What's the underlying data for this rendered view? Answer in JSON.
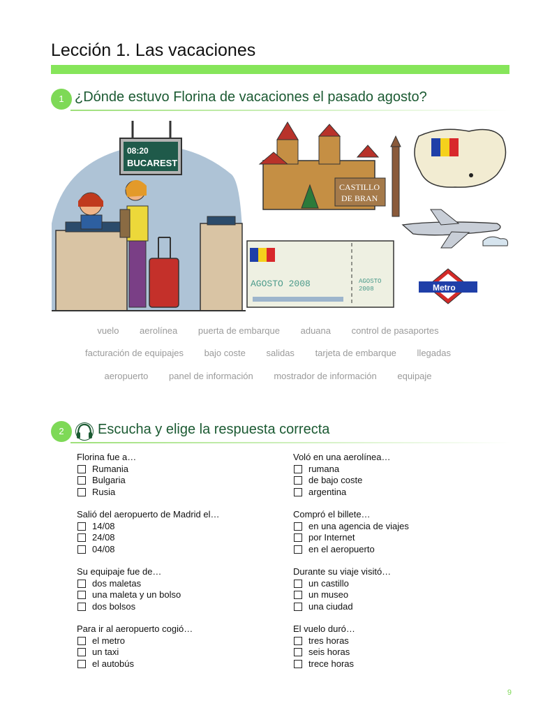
{
  "lesson": {
    "title": "Lección 1. Las vacaciones"
  },
  "section1": {
    "number": "1",
    "title": "¿Dónde estuvo Florina de vacaciones el pasado agosto?"
  },
  "illustration": {
    "board_time": "08:20",
    "board_city": "BUCAREST",
    "castle_sign_line1": "CASTILLO",
    "castle_sign_line2": "DE BRAN",
    "ticket_date": "AGOSTO 2008",
    "stub_line1": "AGOSTO",
    "stub_line2": "2008",
    "metro_label": "Metro",
    "colors": {
      "romania_blue": "#1f3fa8",
      "romania_yellow": "#f5d11c",
      "romania_red": "#d8282b"
    }
  },
  "vocabulary": {
    "row1": [
      "vuelo",
      "aerolínea",
      "puerta de embarque",
      "aduana",
      "control de pasaportes"
    ],
    "row2": [
      "facturación de equipajes",
      "bajo coste",
      "salidas",
      "tarjeta de embarque",
      "llegadas"
    ],
    "row3": [
      "aeropuerto",
      "panel de información",
      "mostrador de información",
      "equipaje"
    ]
  },
  "section2": {
    "number": "2",
    "title": "Escucha y elige la respuesta correcta",
    "icon": "headphones-icon"
  },
  "questions": [
    {
      "q": "Florina fue a…",
      "options": [
        "Rumania",
        "Bulgaria",
        "Rusia"
      ]
    },
    {
      "q": "Voló en una aerolínea…",
      "options": [
        "rumana",
        "de bajo coste",
        "argentina"
      ]
    },
    {
      "q": "Salió del aeropuerto de Madrid el…",
      "options": [
        "14/08",
        "24/08",
        "04/08"
      ]
    },
    {
      "q": "Compró el billete…",
      "options": [
        "en una agencia de viajes",
        "por Internet",
        "en el aeropuerto"
      ]
    },
    {
      "q": "Su equipaje fue de…",
      "options": [
        "dos maletas",
        "una maleta y un bolso",
        "dos bolsos"
      ]
    },
    {
      "q": "Durante su viaje visitó…",
      "options": [
        "un castillo",
        "un museo",
        "una ciudad"
      ]
    },
    {
      "q": "Para ir al aeropuerto cogió…",
      "options": [
        "el metro",
        "un taxi",
        "el autobús"
      ]
    },
    {
      "q": "El vuelo duró…",
      "options": [
        "tres horas",
        "seis horas",
        "trece horas"
      ]
    }
  ],
  "page_number": "9"
}
